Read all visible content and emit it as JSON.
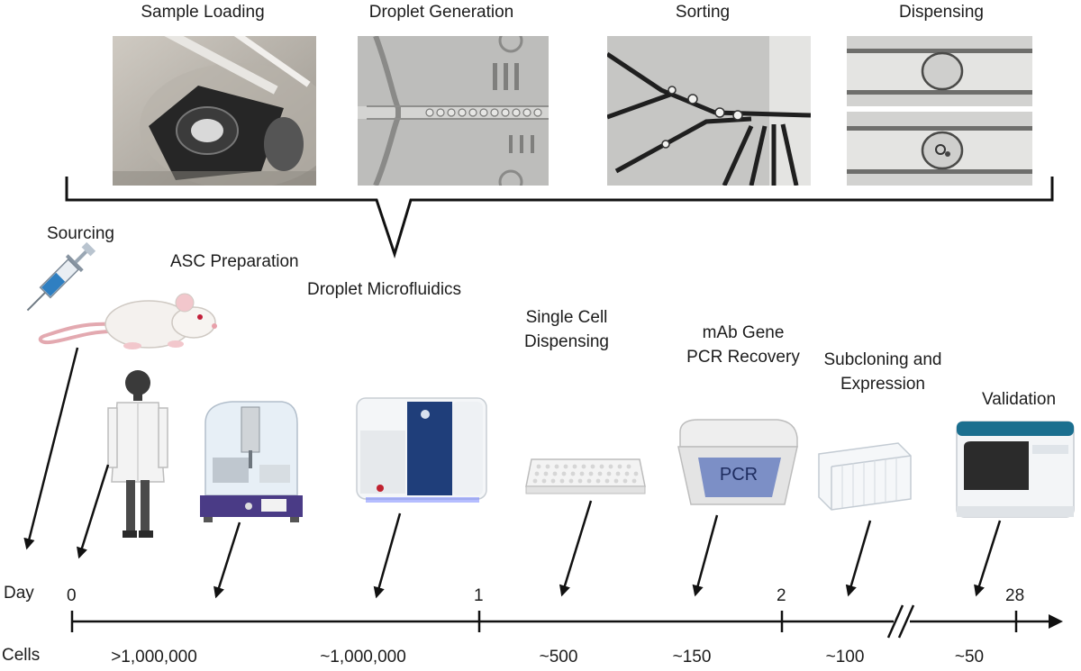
{
  "panel_titles": {
    "sample_loading": "Sample Loading",
    "droplet_generation": "Droplet Generation",
    "sorting": "Sorting",
    "dispensing": "Dispensing"
  },
  "steps": {
    "sourcing": "Sourcing",
    "asc_preparation": "ASC Preparation",
    "droplet_microfluidics": "Droplet Microfluidics",
    "single_cell_line1": "Single Cell",
    "single_cell_line2": "Dispensing",
    "mab_line1": "mAb Gene",
    "mab_line2": "PCR Recovery",
    "subcloning_line1": "Subcloning and",
    "subcloning_line2": "Expression",
    "validation": "Validation"
  },
  "instrument_text": {
    "pcr": "PCR"
  },
  "timeline": {
    "day_label": "Day",
    "cells_label": "Cells",
    "days": [
      "0",
      "1",
      "2",
      "28"
    ],
    "cells": [
      ">1,000,000",
      "~1,000,000",
      "~500",
      "~150",
      "~100",
      "~50"
    ]
  }
}
